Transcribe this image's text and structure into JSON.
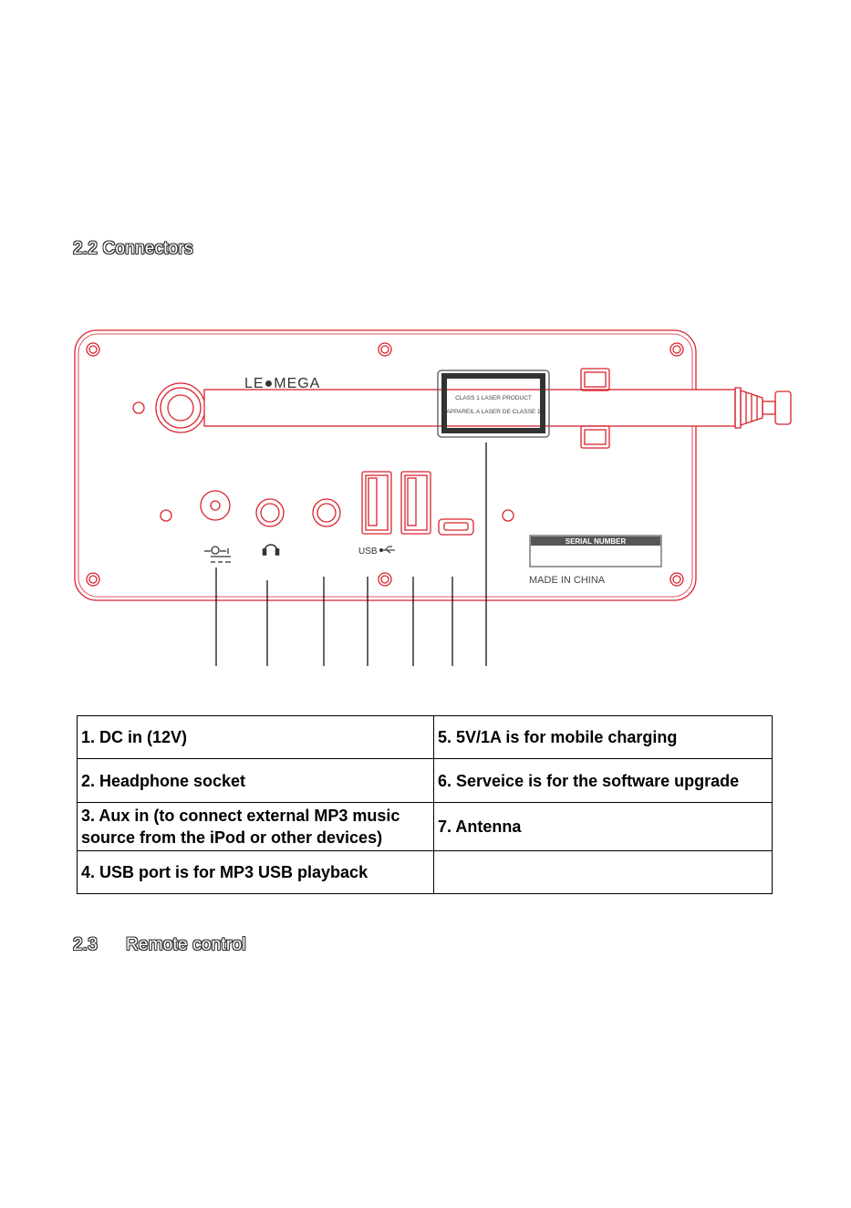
{
  "section_connectors": "2.2 Connectors",
  "section_remote": {
    "number": "2.3",
    "title": "Remote control"
  },
  "device": {
    "brand": "LE●MEGA",
    "laser_label_line1": "CLASS 1 LASER PRODUCT",
    "laser_label_line2": "APPAREIL A LASER DE CLASSE 1",
    "usb_label": "USB",
    "serial_label": "SERIAL NUMBER",
    "made_in": "MADE IN CHINA",
    "stroke_color": "#d9232e"
  },
  "table": {
    "rows": [
      {
        "left": "1. DC in (12V)",
        "right": "5. 5V/1A is for mobile charging"
      },
      {
        "left": "2. Headphone socket",
        "right": "6. Serveice is for the software upgrade"
      },
      {
        "left": "3. Aux in (to connect external MP3 music source from the iPod or other devices)",
        "right": "7. Antenna"
      },
      {
        "left": "4. USB port is for MP3 USB playback",
        "right": ""
      }
    ]
  }
}
